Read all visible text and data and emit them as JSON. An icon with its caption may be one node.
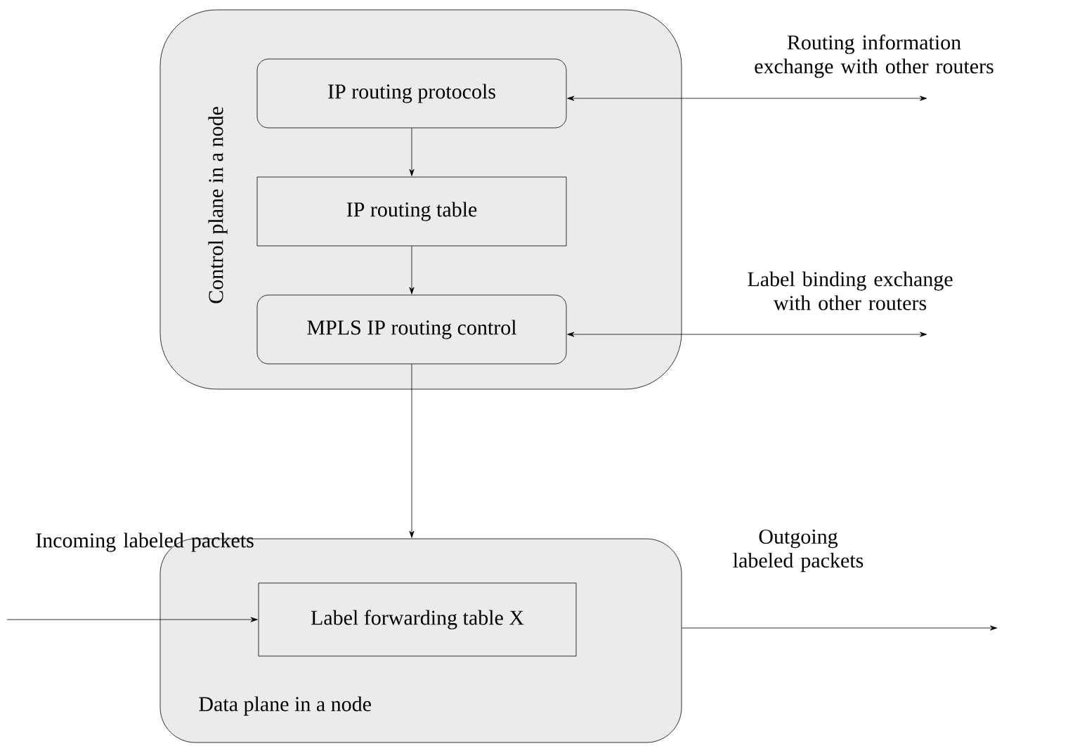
{
  "diagram": {
    "nodes": [
      {
        "text": [
          "Control plane in a node"
        ]
      },
      {
        "text": [
          "IP routing protocols"
        ],
        "in": 0
      },
      {
        "text": [
          "IP routing table"
        ],
        "in": 0
      },
      {
        "text": [
          "MPLS IP routing control"
        ],
        "in": 0
      },
      {
        "text": [
          "Data plane in a node"
        ]
      },
      {
        "text": [
          "Label forwarding table X"
        ],
        "in": 4
      }
    ],
    "edges": [
      {
        "from": 1,
        "to": 2,
        "arrow": "to"
      },
      {
        "from": 2,
        "to": 3,
        "arrow": "to"
      },
      {
        "from": 3,
        "to": 4,
        "arrow": "to"
      },
      {
        "from": 1,
        "to": null,
        "arrow": "both",
        "label": "Routing information exchange with other routers"
      },
      {
        "from": 3,
        "to": null,
        "arrow": "both",
        "label": "Label binding exchange with other routers"
      },
      {
        "from": null,
        "to": 5,
        "arrow": "to",
        "label": "Incoming labeled packets"
      },
      {
        "from": 4,
        "to": null,
        "arrow": "to",
        "label": "Outgoing labeled packets"
      }
    ]
  }
}
